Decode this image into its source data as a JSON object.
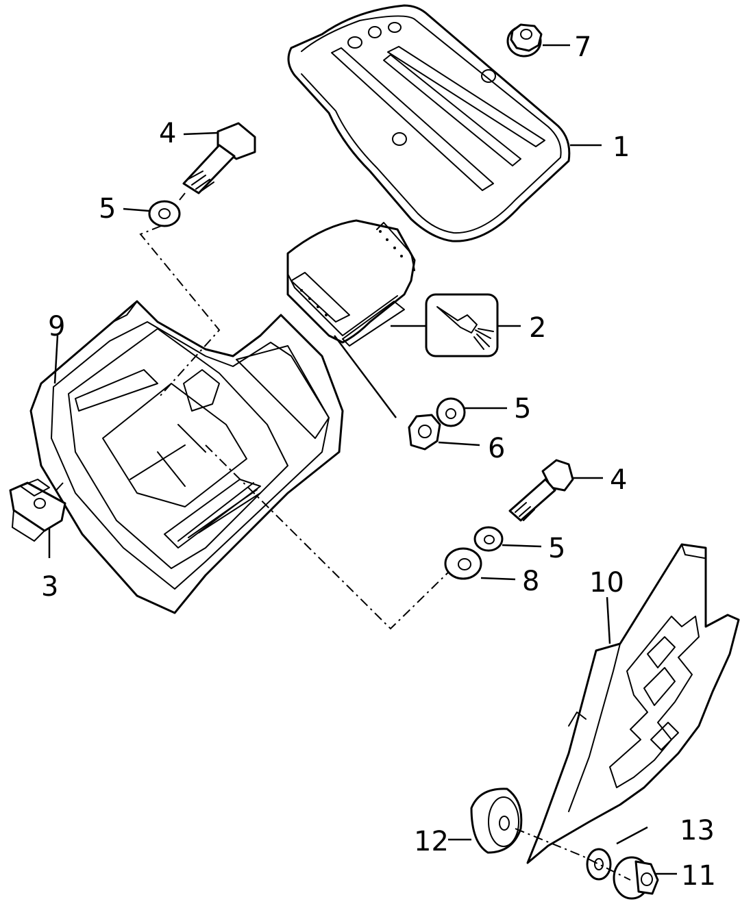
{
  "callouts": {
    "c1": "1",
    "c2": "2",
    "c3": "3",
    "c4a": "4",
    "c4b": "4",
    "c5a": "5",
    "c5b": "5",
    "c5c": "5",
    "c6": "6",
    "c7": "7",
    "c8": "8",
    "c9": "9",
    "c10": "10",
    "c11": "11",
    "c12": "12",
    "c13": "13"
  },
  "icons": {
    "inset_symbol": "washer-nozzle-icon"
  }
}
